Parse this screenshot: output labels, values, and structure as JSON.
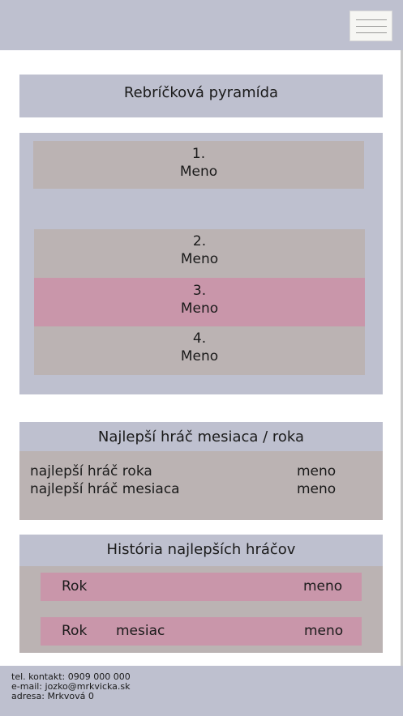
{
  "header": {
    "menu_icon": "hamburger-menu-icon"
  },
  "pyramid": {
    "title": "Rebríčková pyramída",
    "ranks": [
      {
        "number": "1.",
        "name": "Meno"
      },
      {
        "number": "2.",
        "name": "Meno"
      },
      {
        "number": "3.",
        "name": "Meno"
      },
      {
        "number": "4.",
        "name": "Meno"
      }
    ]
  },
  "best_player": {
    "title": "Najlepší hráč mesiaca / roka",
    "rows": [
      {
        "label": "najlepší hráč roka",
        "value": "meno"
      },
      {
        "label": "najlepší hráč mesiaca",
        "value": "meno"
      }
    ]
  },
  "history": {
    "title": "História najlepších hráčov",
    "rows": [
      {
        "year": "Rok",
        "month": "",
        "name": "meno"
      },
      {
        "year": "Rok",
        "month": "mesiac",
        "name": "meno"
      }
    ]
  },
  "footer": {
    "phone": "tel. kontakt: 0909 000 000",
    "email": "e-mail: jozko@mrkvicka.sk",
    "address": "adresa: Mrkvová 0"
  },
  "colors": {
    "panel": "#bec0cf",
    "item_gray": "#bbb3b3",
    "item_highlight": "#c996aa",
    "menu_button": "#f6f6f3"
  }
}
